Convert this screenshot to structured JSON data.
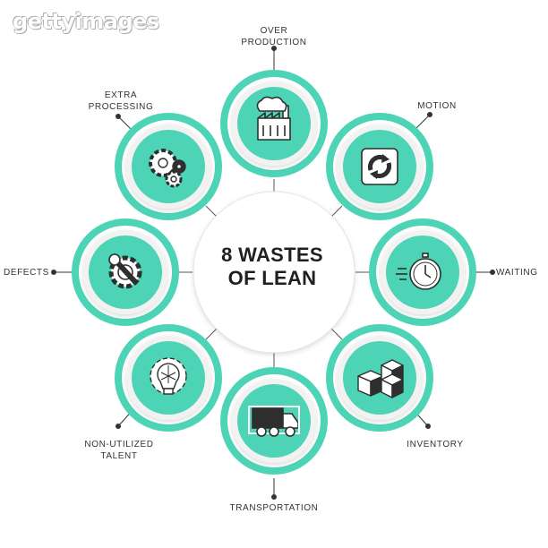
{
  "watermark": "gettyimages",
  "title": "8 WASTES\nOF LEAN",
  "colors": {
    "accent": "#4dd3b5",
    "ring_white": "#f4f4f4",
    "icon": "#2e2e2e",
    "line": "#444444"
  },
  "items": [
    {
      "label": "OVER\nPRODUCTION",
      "icon": "factory-icon"
    },
    {
      "label": "MOTION",
      "icon": "cycle-arrows-icon"
    },
    {
      "label": "WAITING",
      "icon": "stopwatch-icon"
    },
    {
      "label": "INVENTORY",
      "icon": "boxes-icon"
    },
    {
      "label": "TRANSPORTATION",
      "icon": "truck-icon"
    },
    {
      "label": "NON-UTILIZED\nTALENT",
      "icon": "lightbulb-gear-icon"
    },
    {
      "label": "DEFECTS",
      "icon": "wrench-gear-icon"
    },
    {
      "label": "EXTRA\nPROCESSING",
      "icon": "gears-icon"
    }
  ]
}
